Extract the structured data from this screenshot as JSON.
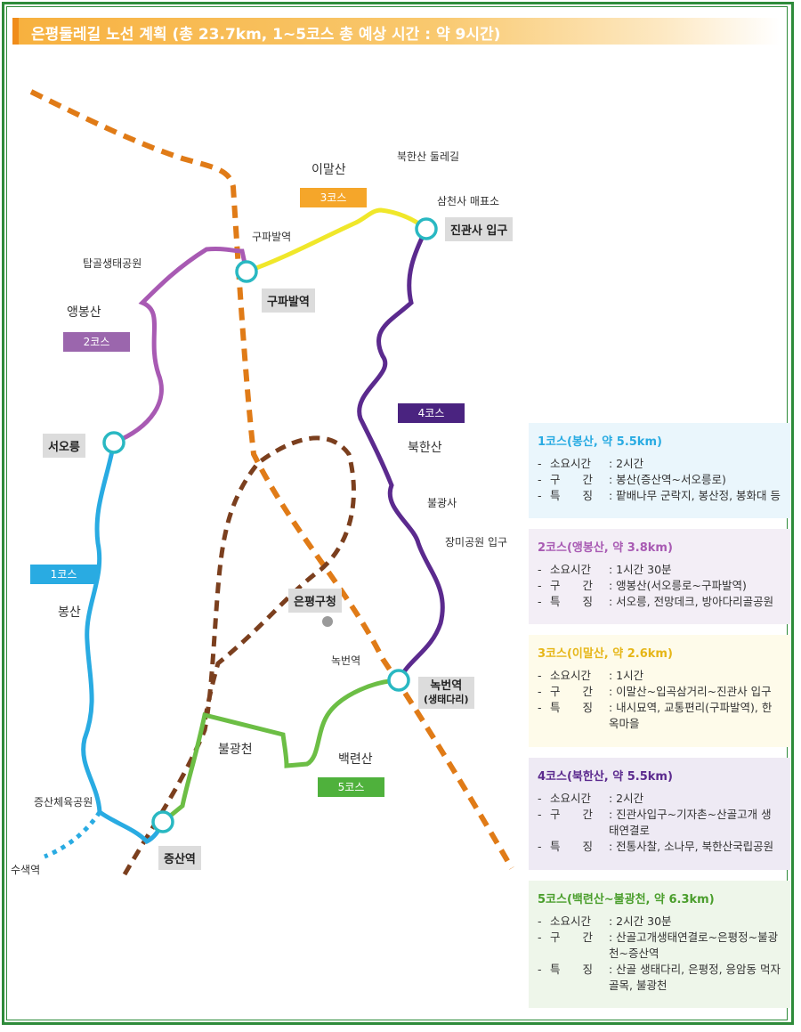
{
  "title": "은평둘레길 노선 계획 (총 23.7km, 1~5코스 총 예상 시간 : 약 9시간)",
  "colors": {
    "course1": "#29abe2",
    "course2": "#a85ab3",
    "course3": "#f0e72a",
    "course4": "#5b2a8e",
    "course5": "#6cbe45",
    "subway_orange": "#e07b17",
    "subway_brown": "#7b3f1e",
    "frame": "#2e8b3a"
  },
  "map": {
    "stations": {
      "jingwansa": "진관사 입구",
      "gupabal": "구파발역",
      "seooreung": "서오릉",
      "nokbeon_line1": "녹번역",
      "nokbeon_line2": "(생태다리)",
      "jeungsan": "증산역",
      "gucheong": "은평구청"
    },
    "labels": {
      "bukhansan_dulle": "북한산 둘레길",
      "imalsan": "이말산",
      "samcheonsa": "삼천사 매표소",
      "gupabal_small": "구파발역",
      "tapgol": "탑골생태공원",
      "aengbongsan": "앵봉산",
      "bukhansan": "북한산",
      "bulgwangsa": "불광사",
      "jangmi": "장미공원 입구",
      "bongsan": "봉산",
      "nokbeon_small": "녹번역",
      "bulgwangcheon": "불광천",
      "baengnyeonsan": "백련산",
      "jeungsan_sports": "증산체육공원",
      "susaek": "수색역"
    },
    "badges": {
      "course1": "1코스",
      "course2": "2코스",
      "course3": "3코스",
      "course4": "4코스",
      "course5": "5코스"
    }
  },
  "courses": [
    {
      "title": "1코스(봉산, 약 5.5km)",
      "color": "#29abe2",
      "bg": "#eaf6fc",
      "rows": [
        {
          "key": "소요시간",
          "val": ": 2시간"
        },
        {
          "key": "구　　간",
          "val": ": 봉산(증산역~서오릉로)"
        },
        {
          "key": "특　　징",
          "val": ": 팥배나무 군락지, 봉산정, 봉화대 등"
        }
      ]
    },
    {
      "title": "2코스(앵봉산, 약 3.8km)",
      "color": "#a85ab3",
      "bg": "#f3eef6",
      "rows": [
        {
          "key": "소요시간",
          "val": ": 1시간 30분"
        },
        {
          "key": "구　　간",
          "val": ": 앵봉산(서오릉로~구파발역)"
        },
        {
          "key": "특　　징",
          "val": ": 서오릉, 전망데크, 방아다리골공원"
        }
      ]
    },
    {
      "title": "3코스(이말산, 약 2.6km)",
      "color": "#e6b618",
      "bg": "#fefbea",
      "rows": [
        {
          "key": "소요시간",
          "val": ": 1시간"
        },
        {
          "key": "구　　간",
          "val": ": 이말산~입곡삼거리~진관사 입구"
        },
        {
          "key": "특　　징",
          "val": ": 내시묘역, 교통편리(구파발역), 한옥마을"
        }
      ]
    },
    {
      "title": "4코스(북한산, 약 5.5km)",
      "color": "#5b2a8e",
      "bg": "#eeeaf4",
      "rows": [
        {
          "key": "소요시간",
          "val": ": 2시간"
        },
        {
          "key": "구　　간",
          "val": ": 진관사입구~기자촌~산골고개 생태연결로"
        },
        {
          "key": "특　　징",
          "val": ": 전통사찰, 소나무, 북한산국립공원"
        }
      ]
    },
    {
      "title": "5코스(백련산~불광천, 약 6.3km)",
      "color": "#4a9e2c",
      "bg": "#eef6ea",
      "rows": [
        {
          "key": "소요시간",
          "val": ": 2시간 30분"
        },
        {
          "key": "구　　간",
          "val": ": 산골고개생태연결로~은평정~불광천~증산역"
        },
        {
          "key": "특　　징",
          "val": ": 산골 생태다리, 은평정, 응암동 먹자골목, 불광천"
        }
      ]
    }
  ]
}
